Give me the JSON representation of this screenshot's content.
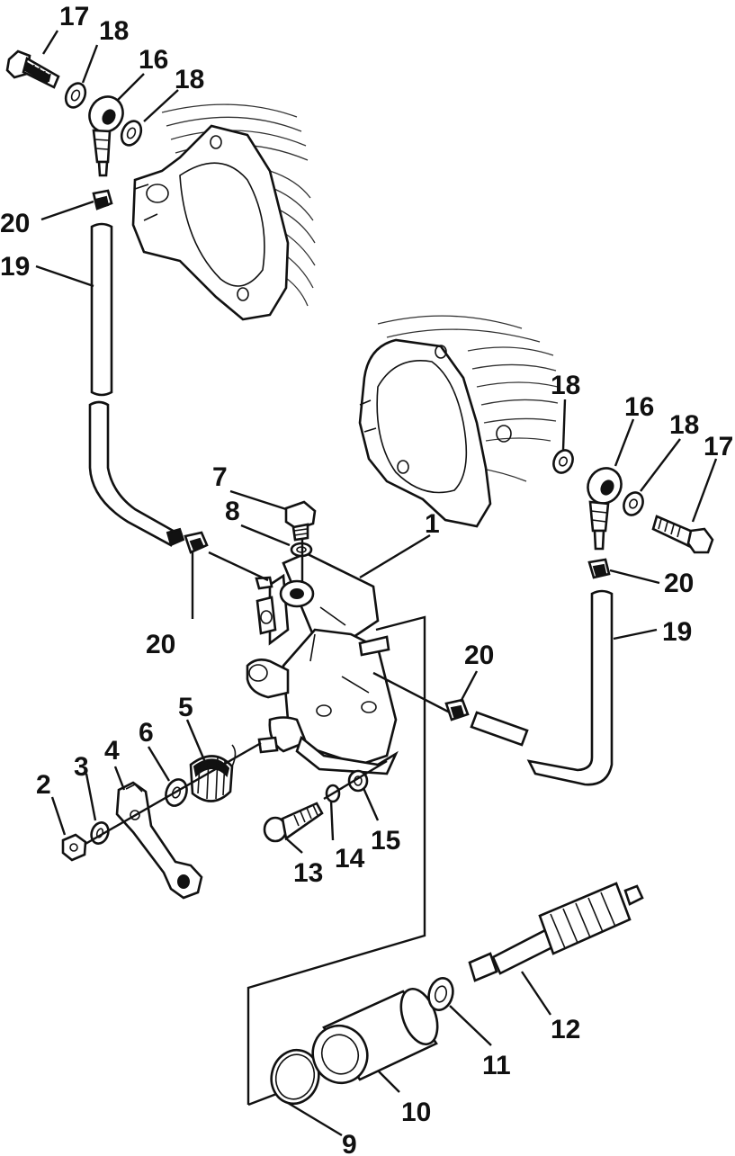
{
  "colors": {
    "ink": "#111111",
    "paper": "#ffffff"
  },
  "labels": {
    "p1": "1",
    "p2": "2",
    "p3": "3",
    "p4": "4",
    "p5": "5",
    "p6": "6",
    "p7": "7",
    "p8": "8",
    "p9": "9",
    "p10": "10",
    "p11": "11",
    "p12": "12",
    "p13": "13",
    "p14": "14",
    "p15": "15",
    "p16_left": "16",
    "p16_right": "16",
    "p17_left": "17",
    "p17_right": "17",
    "p18_left_a": "18",
    "p18_left_b": "18",
    "p18_right_a": "18",
    "p18_right_b": "18",
    "p19_left": "19",
    "p19_right": "19",
    "p20_left_top": "20",
    "p20_left_bottom": "20",
    "p20_mid": "20",
    "p20_right": "20"
  }
}
